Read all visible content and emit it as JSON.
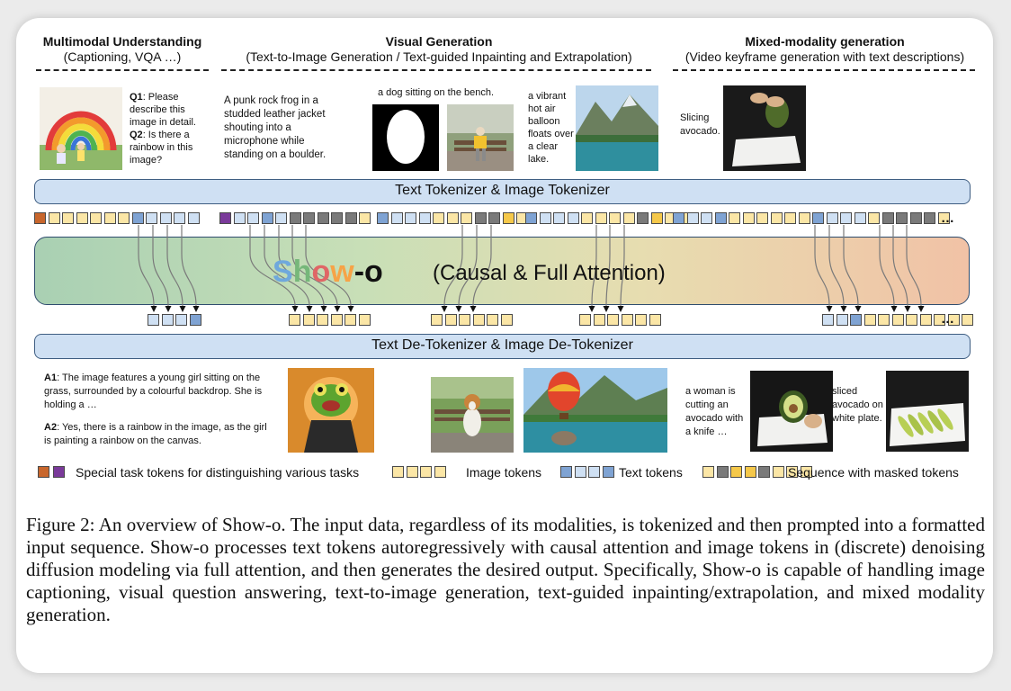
{
  "headers": {
    "left_title": "Multimodal Understanding",
    "left_sub": "(Captioning, VQA …)",
    "mid_title": "Visual Generation",
    "mid_sub": "(Text-to-Image Generation / Text-guided Inpainting and Extrapolation)",
    "right_title": "Mixed-modality generation",
    "right_sub": "(Video keyframe generation with text descriptions)"
  },
  "inputs": {
    "q1_label": "Q1",
    "q1_text": ": Please describe this image in detail.",
    "q2_label": "Q2",
    "q2_text": ": Is there a rainbow in this image?",
    "t2i_prompt": "A punk rock frog in a studded leather jacket shouting into a microphone while standing on a boulder.",
    "inpaint_prompt": "a dog sitting on the bench.",
    "extrap_prompt": "a vibrant hot air balloon floats over a clear lake.",
    "video_prompt": "Slicing avocado."
  },
  "bars": {
    "tokenizer": "Text Tokenizer & Image Tokenizer",
    "detokenizer": "Text De-Tokenizer & Image De-Tokenizer"
  },
  "model": {
    "letters": [
      "S",
      "h",
      "o",
      "w",
      "-",
      "o"
    ],
    "letter_colors": [
      "#6fa8dc",
      "#76b77a",
      "#e06666",
      "#f6a347",
      "#111111",
      "#111111"
    ],
    "subtitle": "(Causal & Full Attention)"
  },
  "outputs": {
    "a1_label": "A1",
    "a1_text": ": The image features a young girl sitting on the grass, surrounded by a colourful backdrop. She is holding a …",
    "a2_label": "A2",
    "a2_text": ": Yes, there is a rainbow in the image, as the girl is painting a rainbow on the canvas.",
    "video_out_1": "a woman is cutting an avocado with a knife …",
    "video_out_2": "sliced avocado on a white plate."
  },
  "legend": {
    "special": "Special task tokens for distinguishing various tasks",
    "image": "Image tokens",
    "text": "Text tokens",
    "masked": "Sequence with masked tokens"
  },
  "colors": {
    "text_token": "#cfe0f3",
    "text_token_dark": "#7fa3d3",
    "image_token": "#fbe6a6",
    "image_token_dark": "#f5c84a",
    "mask_token": "#7a7a7a",
    "special_orange": "#c8662c",
    "special_purple": "#7a3a9a"
  },
  "ellipsis": "…",
  "caption": "Figure 2: An overview of Show-o. The input data, regardless of its modalities, is tokenized and then prompted into a formatted input sequence. Show-o processes text tokens autoregressively with causal attention and image tokens in (discrete) denoising diffusion modeling via full attention, and then generates the desired output. Specifically, Show-o is capable of handling image captioning, visual question answering, text-to-image generation, text-guided inpainting/extrapolation, and mixed modality generation."
}
